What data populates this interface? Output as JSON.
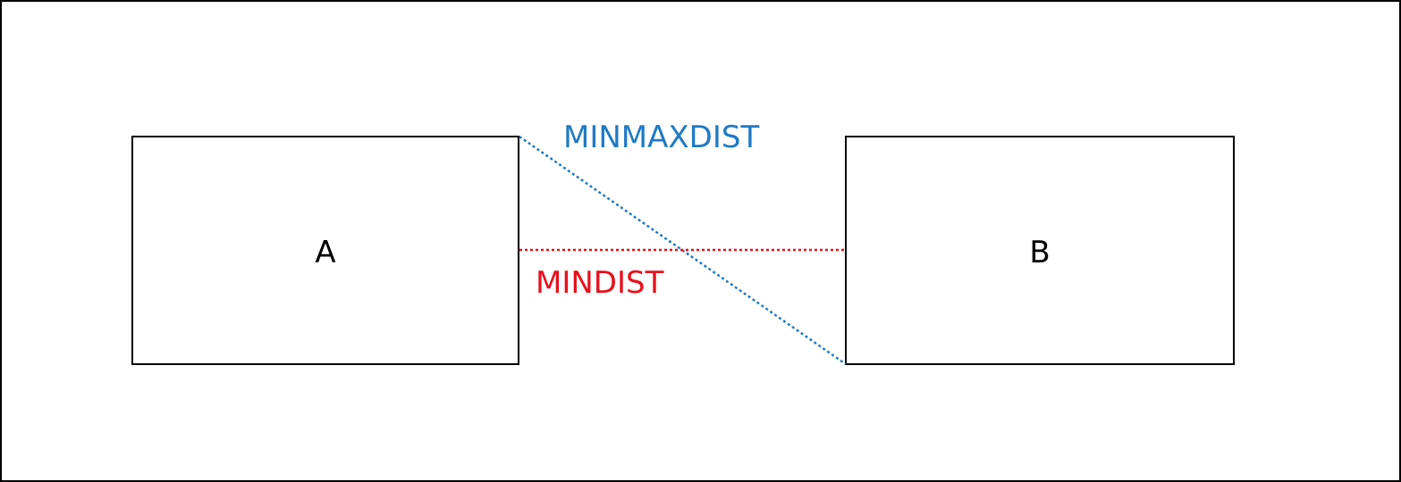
{
  "boxes": {
    "a_label": "A",
    "b_label": "B"
  },
  "measures": {
    "minmaxdist_label": "MINMAXDIST",
    "mindist_label": "MINDIST"
  },
  "colors": {
    "frame": "#000000",
    "minmaxdist": "#1f7ac4",
    "mindist": "#e8101b"
  }
}
